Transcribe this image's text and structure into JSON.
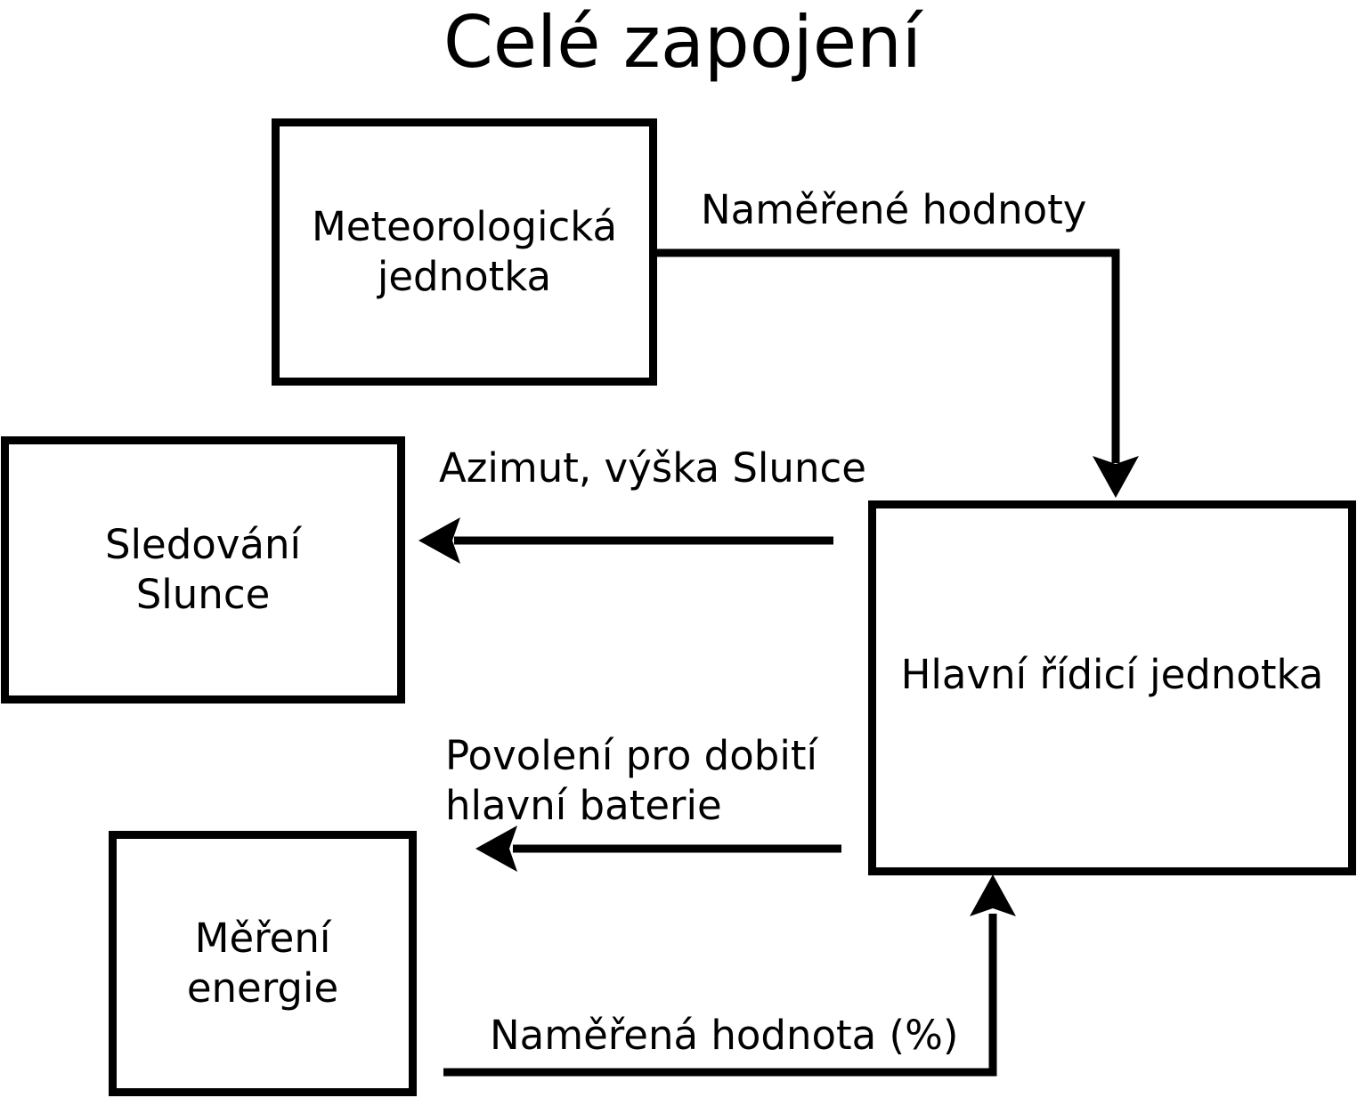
{
  "title": "Celé zapojení",
  "palette": {
    "ink": "#000000",
    "paper": "#ffffff"
  },
  "boxes": {
    "meteorologicka": {
      "label": "Meteorologická\njednotka"
    },
    "sledovani": {
      "label": "Sledování\nSlunce"
    },
    "mereni": {
      "label": "Měření\nenergie"
    },
    "hlavni": {
      "label": "Hlavní řídicí jednotka"
    }
  },
  "connections": [
    {
      "label": "Naměřené hodnoty"
    },
    {
      "label": "Azimut, výška Slunce"
    },
    {
      "label": "Povolení pro dobití\nhlavní baterie"
    },
    {
      "label": "Naměřená hodnota (%)"
    }
  ]
}
